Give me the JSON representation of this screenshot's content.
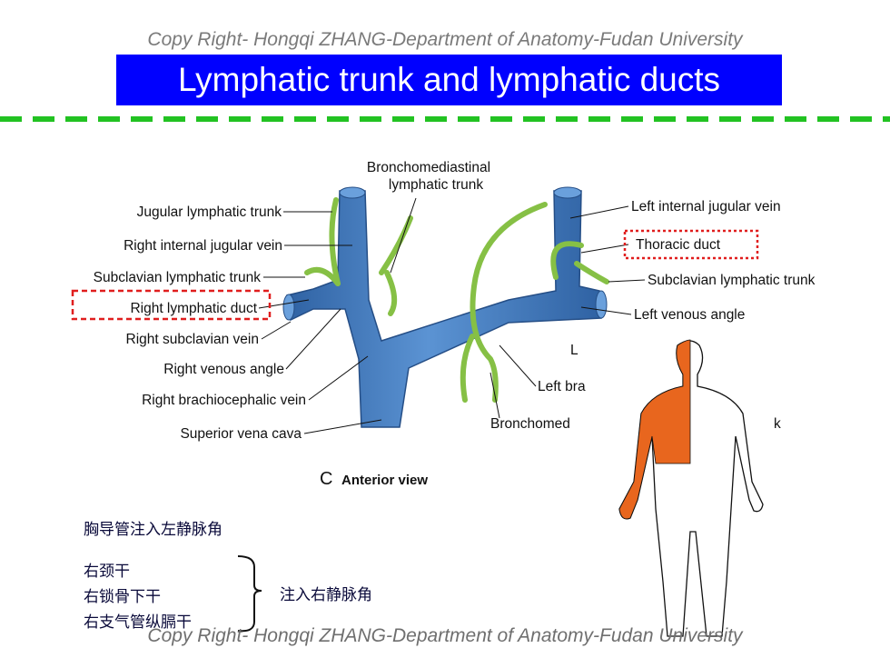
{
  "header": {
    "copyright_top": "Copy Right- Hongqi ZHANG-Department of Anatomy-Fudan University",
    "title": "Lymphatic trunk and lymphatic ducts"
  },
  "diagram": {
    "labels": {
      "bronchomediastinal_top": "Bronchomediastinal",
      "bronchomediastinal_top2": "lymphatic trunk",
      "jugular_trunk": "Jugular lymphatic trunk",
      "right_ijv": "Right internal jugular vein",
      "subclavian_trunk_left_side": "Subclavian lymphatic trunk",
      "right_lymphatic_duct": "Right lymphatic duct",
      "right_subclavian_vein": "Right subclavian vein",
      "right_venous_angle": "Right venous angle",
      "right_brachiocephalic": "Right brachiocephalic vein",
      "svc": "Superior vena cava",
      "left_ijv": "Left internal jugular vein",
      "thoracic_duct": "Thoracic duct",
      "subclavian_trunk_right_side": "Subclavian lymphatic trunk",
      "left_venous_angle": "Left venous angle",
      "left_partial_L": "L",
      "left_bra_partial": "Left bra",
      "bronchomed_partial": "Bronchomed",
      "k_partial": "k",
      "caption_letter": "C",
      "caption": "Anterior view"
    },
    "colors": {
      "vein": "#4f86c6",
      "vein_dark": "#2d5f9e",
      "lymph": "#8bc34a",
      "highlight_box": "#e01e1e",
      "body_fill": "#e8661e"
    }
  },
  "notes": {
    "line1": "胸导管注入左静脉角",
    "line2": "右颈干",
    "line3": "右锁骨下干",
    "line4": "右支气管纵膈干",
    "bracket_text": "注入右静脉角"
  },
  "footer": {
    "copyright_bottom": "Copy Right- Hongqi ZHANG-Department of Anatomy-Fudan University"
  }
}
